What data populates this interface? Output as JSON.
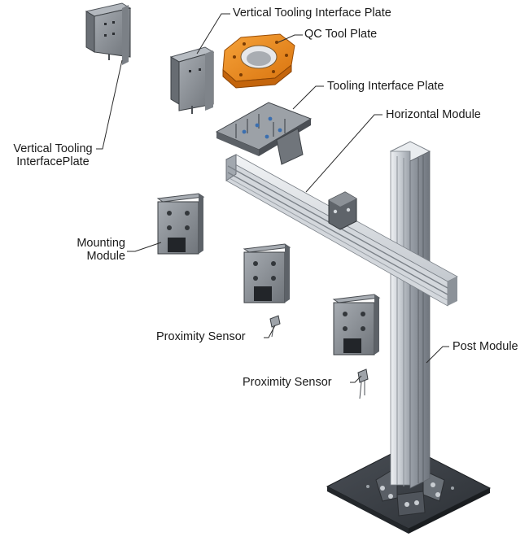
{
  "labels": {
    "vertical_tooling_interface_plate": "Vertical Tooling Interface Plate",
    "qc_tool_plate": "QC Tool Plate",
    "tooling_interface_plate": "Tooling Interface Plate",
    "horizontal_module": "Horizontal Module",
    "vertical_tooling_interfaceplate_line1": "Vertical Tooling",
    "vertical_tooling_interfaceplate_line2": "InterfacePlate",
    "mounting_module_line1": "Mounting",
    "mounting_module_line2": "Module",
    "proximity_sensor_1": "Proximity Sensor",
    "proximity_sensor_2": "Proximity Sensor",
    "post_module": "Post Module"
  },
  "colors": {
    "aluminum_light": "#dfe2e6",
    "aluminum_mid": "#b9bec5",
    "aluminum_dark": "#7f858d",
    "plate_gray": "#8e9399",
    "plate_dark": "#5d6268",
    "qc_orange": "#f08c1e",
    "base_dark": "#3b3f45",
    "leader_line": "#2a2a2a"
  }
}
